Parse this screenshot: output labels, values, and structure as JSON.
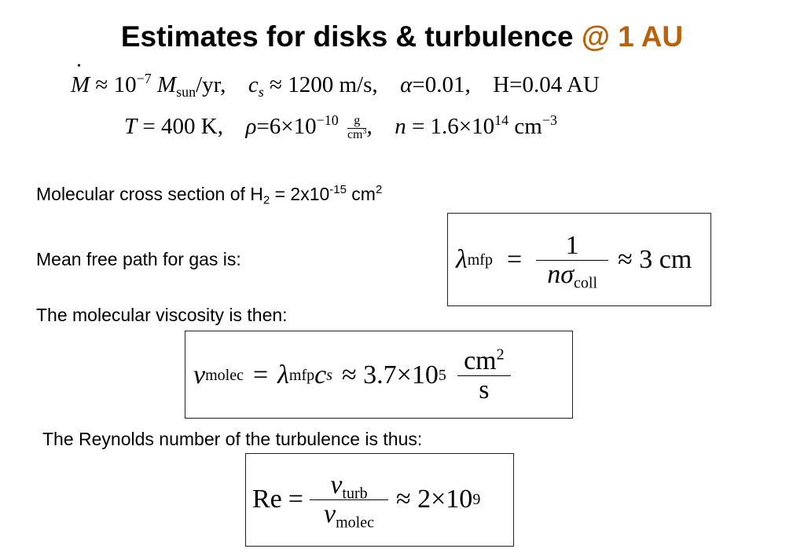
{
  "title": {
    "text": "Estimates for disks & turbulence ",
    "accent": "@ 1 AU",
    "accent_color": "#b8620a"
  },
  "params_line1": {
    "mdot_symbol": "M",
    "approx": "≈",
    "mdot_base": "10",
    "mdot_exp": "−7",
    "msun": "M",
    "msun_sub": "sun",
    "per_yr": "/yr,",
    "cs_symbol": "c",
    "cs_sub": "s",
    "cs_value": "1200 m/s,",
    "alpha_symbol": "α",
    "alpha_value": "=0.01,",
    "h_value": "H=0.04 AU"
  },
  "params_line2": {
    "t_symbol": "T",
    "t_value": "= 400 K,",
    "rho_symbol": "ρ",
    "rho_value": "=6×10",
    "rho_exp": "−10",
    "rho_unit_num": "g",
    "rho_unit_den": "cm",
    "rho_unit_den_exp": "3",
    "rho_comma": ",",
    "n_symbol": "n",
    "n_value": "= 1.6×10",
    "n_exp": "14",
    "n_unit": "cm",
    "n_unit_exp": "−3"
  },
  "cross_section": {
    "pre": "Molecular cross section of H",
    "sub": "2",
    "mid": " = 2x10",
    "exp": "-15",
    "unit": " cm",
    "unit_exp": "2"
  },
  "mean_free_path": {
    "label": "Mean free path for gas is:",
    "lambda": "λ",
    "lambda_sub": "mfp",
    "eq": "=",
    "num": "1",
    "den_n": "n",
    "den_sigma": "σ",
    "den_sub": "coll",
    "result": "≈ 3 cm"
  },
  "viscosity": {
    "label": "The molecular viscosity is then:",
    "nu": "ν",
    "nu_sub": "molec",
    "eq": "=",
    "lambda": "λ",
    "lambda_sub": "mfp",
    "cs": "c",
    "cs_sub": "s",
    "approx": "≈ 3.7×10",
    "exp": "5",
    "unit_num": "cm",
    "unit_num_exp": "2",
    "unit_den": "s"
  },
  "reynolds": {
    "label": "The Reynolds number of the turbulence is thus:",
    "re": "Re",
    "eq": "=",
    "num_nu": "ν",
    "num_sub": "turb",
    "den_nu": "ν",
    "den_sub": "molec",
    "approx": "≈ 2×10",
    "exp": "9"
  }
}
